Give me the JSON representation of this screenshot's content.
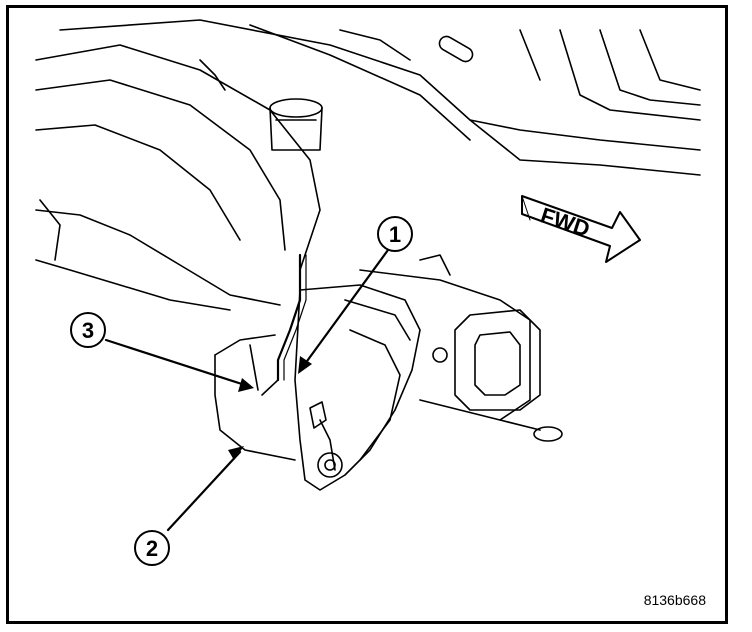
{
  "direction_label": "FWD",
  "callouts": [
    {
      "label": "1"
    },
    {
      "label": "2"
    },
    {
      "label": "3"
    }
  ],
  "figure_id": "8136b668",
  "colors": {
    "ink": "#000000",
    "paper": "#ffffff"
  }
}
